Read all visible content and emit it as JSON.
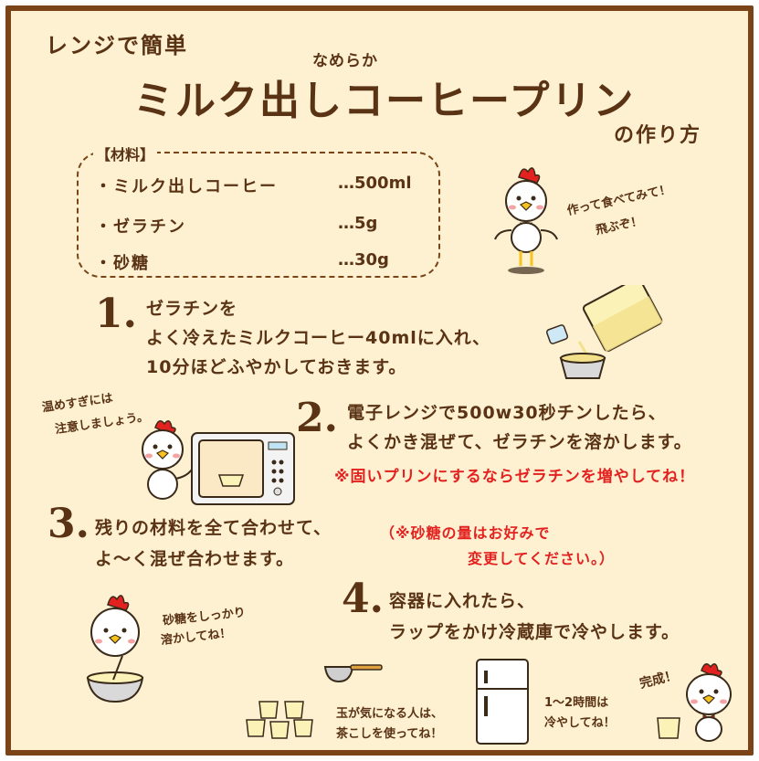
{
  "header": {
    "subtitle": "レンジで簡単",
    "title": "ミルク出しコーヒープリン",
    "ruby": "なめらか",
    "howto": "の作り方"
  },
  "ingredients": {
    "heading": "【材料】",
    "items": [
      {
        "name": "・ミルク出しコーヒー",
        "amount": "…500ml"
      },
      {
        "name": "・ゼラチン",
        "amount": "…5g"
      },
      {
        "name": "・砂糖",
        "amount": "…30g"
      }
    ]
  },
  "steps": [
    {
      "num": "1.",
      "lines": [
        "ゼラチンを",
        "よく冷えたミルクコーヒー40mlに入れ、",
        "10分ほどふやかしておきます。"
      ]
    },
    {
      "num": "2.",
      "lines": [
        "電子レンジで500w30秒チンしたら、",
        "よくかき混ぜて、ゼラチンを溶かします。"
      ],
      "note": "※固いプリンにするならゼラチンを増やしてね！"
    },
    {
      "num": "3.",
      "lines": [
        "残りの材料を全て合わせて、",
        "よ～く混ぜ合わせます。"
      ],
      "note_lines": [
        "（※砂糖の量はお好みで",
        "変更してください。）"
      ]
    },
    {
      "num": "4.",
      "lines": [
        "容器に入れたら、",
        "ラップをかけ冷蔵庫で冷やします。"
      ]
    }
  ],
  "speech": {
    "chick1": [
      "作って食べてみて！",
      "飛ぶぞ！"
    ],
    "chick2": [
      "温めすぎには",
      "注意しましょう。"
    ],
    "chick3": [
      "砂糖をしっかり",
      "溶かしてね！"
    ],
    "strainer": [
      "玉が気になる人は、",
      "茶こしを使ってね！"
    ],
    "fridge": [
      "1～2時間は",
      "冷やしてね！"
    ],
    "done": "完成！"
  },
  "colors": {
    "border": "#7a4418",
    "background": "#fdf1d2",
    "text": "#5a3214",
    "accent_red": "#e3211f"
  }
}
